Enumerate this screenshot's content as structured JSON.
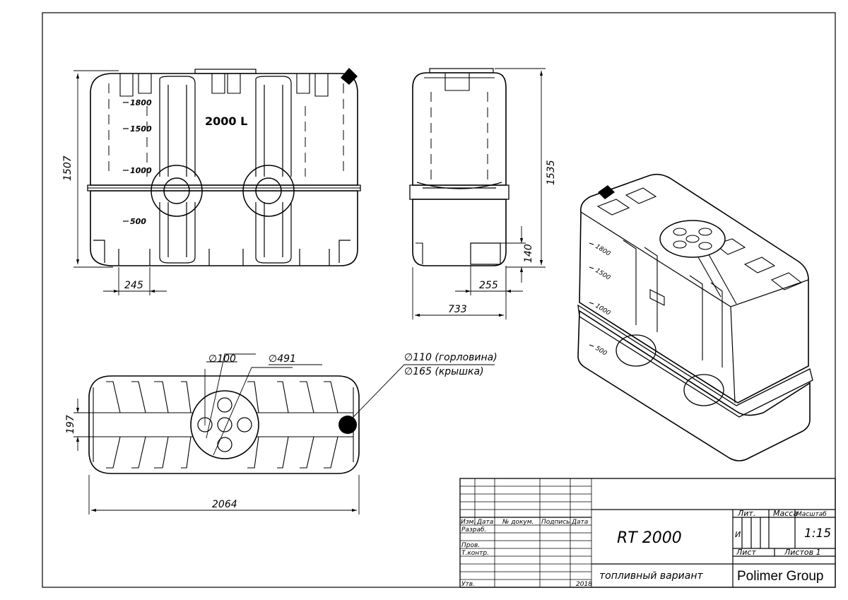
{
  "views": {
    "front": {
      "capacity_label": "2000 L",
      "level_marks": [
        "1800",
        "1500",
        "1000",
        "500"
      ],
      "height_dim": "1507",
      "leg_dim": "245"
    },
    "side": {
      "height_dim": "1535",
      "foot_height_dim": "140",
      "foot_width_dim": "255",
      "width_dim": "733"
    },
    "top": {
      "small_dia_dim": "∅100",
      "large_dia_dim": "∅491",
      "neck_dim": "∅110 (горловина)",
      "cap_dim": "∅165 (крышка)",
      "offset_dim": "197",
      "length_dim": "2064"
    },
    "iso": {
      "level_marks": [
        "1800",
        "1500",
        "1000",
        "500"
      ]
    }
  },
  "title_block": {
    "headers": {
      "izm": "Изм.",
      "date_hdr": "Дата",
      "doc_no": "№ докум.",
      "signature": "Подпись",
      "date": "Дата"
    },
    "rows": {
      "developed": "Разраб.",
      "checked": "Пров.",
      "tech_control": "Т.контр.",
      "approved": "Утв."
    },
    "year": "2018",
    "designation": "RT 2000",
    "name": "топливный вариант",
    "lit_hdr": "Лит.",
    "mass_hdr": "Масса",
    "scale_hdr": "Масштаб",
    "lit_value": "И",
    "scale_value": "1:15",
    "sheet": "Лист",
    "sheets": "Листов 1",
    "organization": "Polimer Group"
  }
}
